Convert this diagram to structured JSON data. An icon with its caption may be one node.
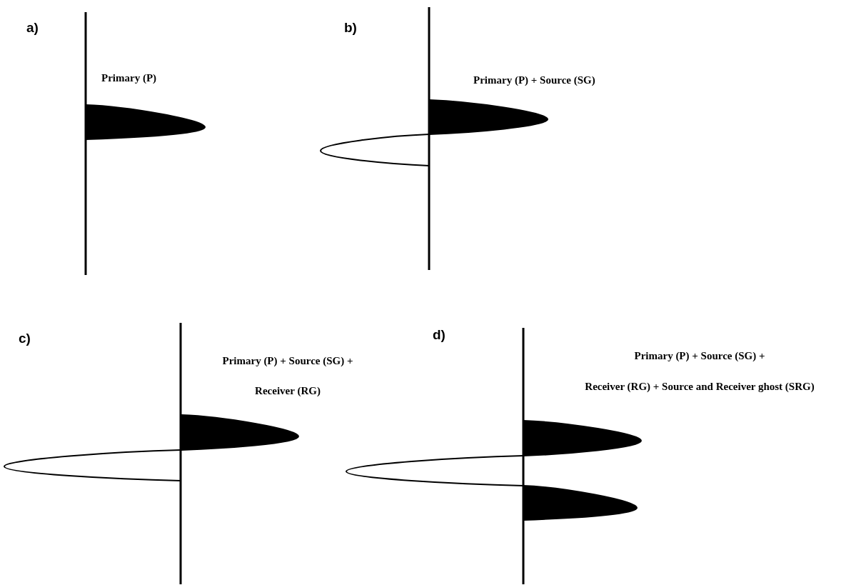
{
  "diagram": {
    "labels": [
      "a)",
      "Primary (P)",
      "b)",
      "Primary (P) + Source (SG)",
      "c)",
      "Primary (P) + Source (SG) +",
      "Receiver (RG)",
      "d)",
      "Primary (P) + Source (SG) +",
      "Receiver (RG) + Source and Receiver ghost (SRG)"
    ]
  }
}
